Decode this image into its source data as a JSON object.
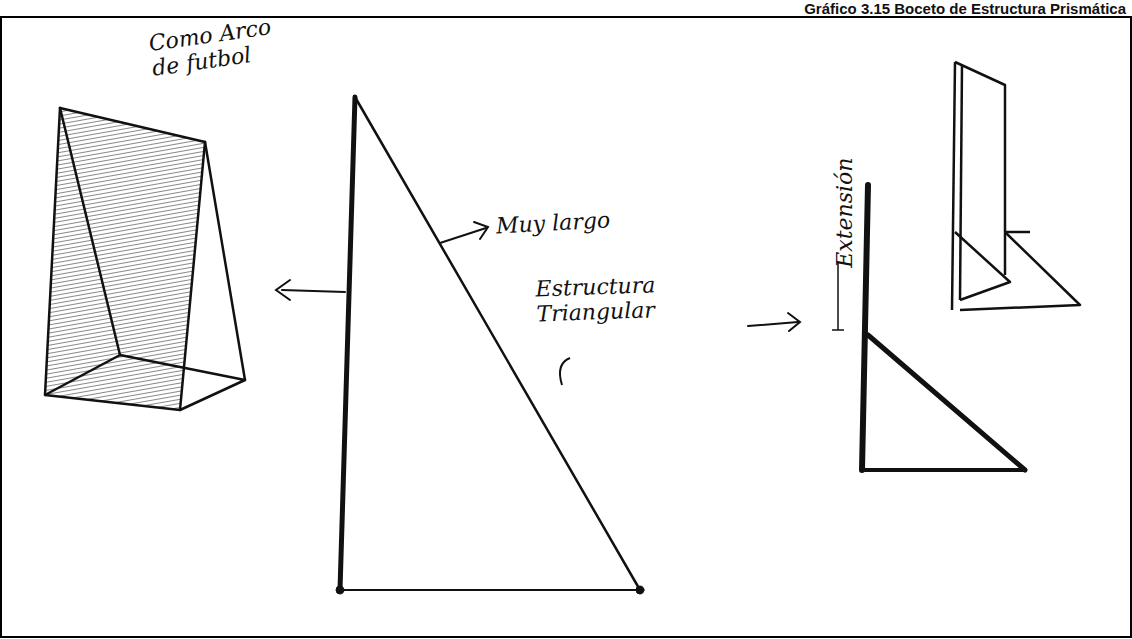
{
  "diagram": {
    "title": "Gráfico 3.15 Boceto de Estructura Prismática",
    "labels": [
      "Como Arco de futbol",
      "Muy largo",
      "Estructura Triangular",
      "Extensión"
    ]
  }
}
